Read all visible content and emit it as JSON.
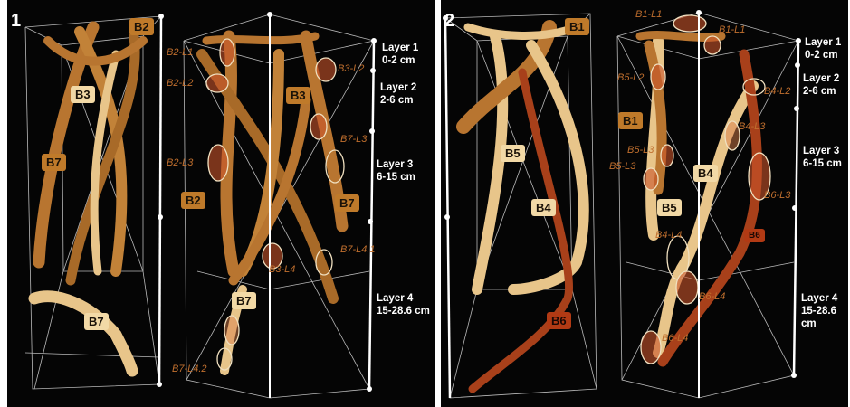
{
  "figure": {
    "panel1_number": "1",
    "panel2_number": "2"
  },
  "panel1": {
    "left_view": {
      "tags": [
        "B2",
        "B3",
        "B7",
        "B7"
      ]
    },
    "right_view": {
      "tags": [
        "B3",
        "B2",
        "B7",
        "B7"
      ],
      "segment_labels": [
        "B2-L1",
        "B2-L2",
        "B2-L3",
        "B3-L2",
        "B7-L3",
        "B3-L4",
        "B7-L4.1",
        "B7-L4.2"
      ]
    },
    "layers": [
      {
        "name": "Layer 1",
        "range": "0-2 cm"
      },
      {
        "name": "Layer 2",
        "range": "2-6 cm"
      },
      {
        "name": "Layer 3",
        "range": "6-15 cm"
      },
      {
        "name": "Layer 4",
        "range": "15-28.6 cm"
      }
    ]
  },
  "panel2": {
    "left_view": {
      "tags": [
        "B1",
        "B5",
        "B4",
        "B6"
      ]
    },
    "right_view": {
      "tags": [
        "B1",
        "B4",
        "B5",
        "B6"
      ],
      "segment_labels": [
        "B1-L1",
        "B1-L1",
        "B5-L2",
        "B4-L2",
        "B4-L3",
        "B5-L3",
        "B5-L3",
        "B6-L3",
        "B4-L4",
        "B6-L4",
        "B6-L4"
      ]
    },
    "layers": [
      {
        "name": "Layer 1",
        "range": "0-2 cm"
      },
      {
        "name": "Layer 2",
        "range": "2-6 cm"
      },
      {
        "name": "Layer 3",
        "range": "6-15 cm"
      },
      {
        "name": "Layer 4",
        "range": "15-28.6 cm"
      }
    ]
  },
  "colors": {
    "background": "#050505",
    "light_root": "#e8c58a",
    "mid_root": "#b87530",
    "dark_root": "#a8401a",
    "frame_line": "#d9d9d9",
    "label_text": "#c06f2e"
  }
}
